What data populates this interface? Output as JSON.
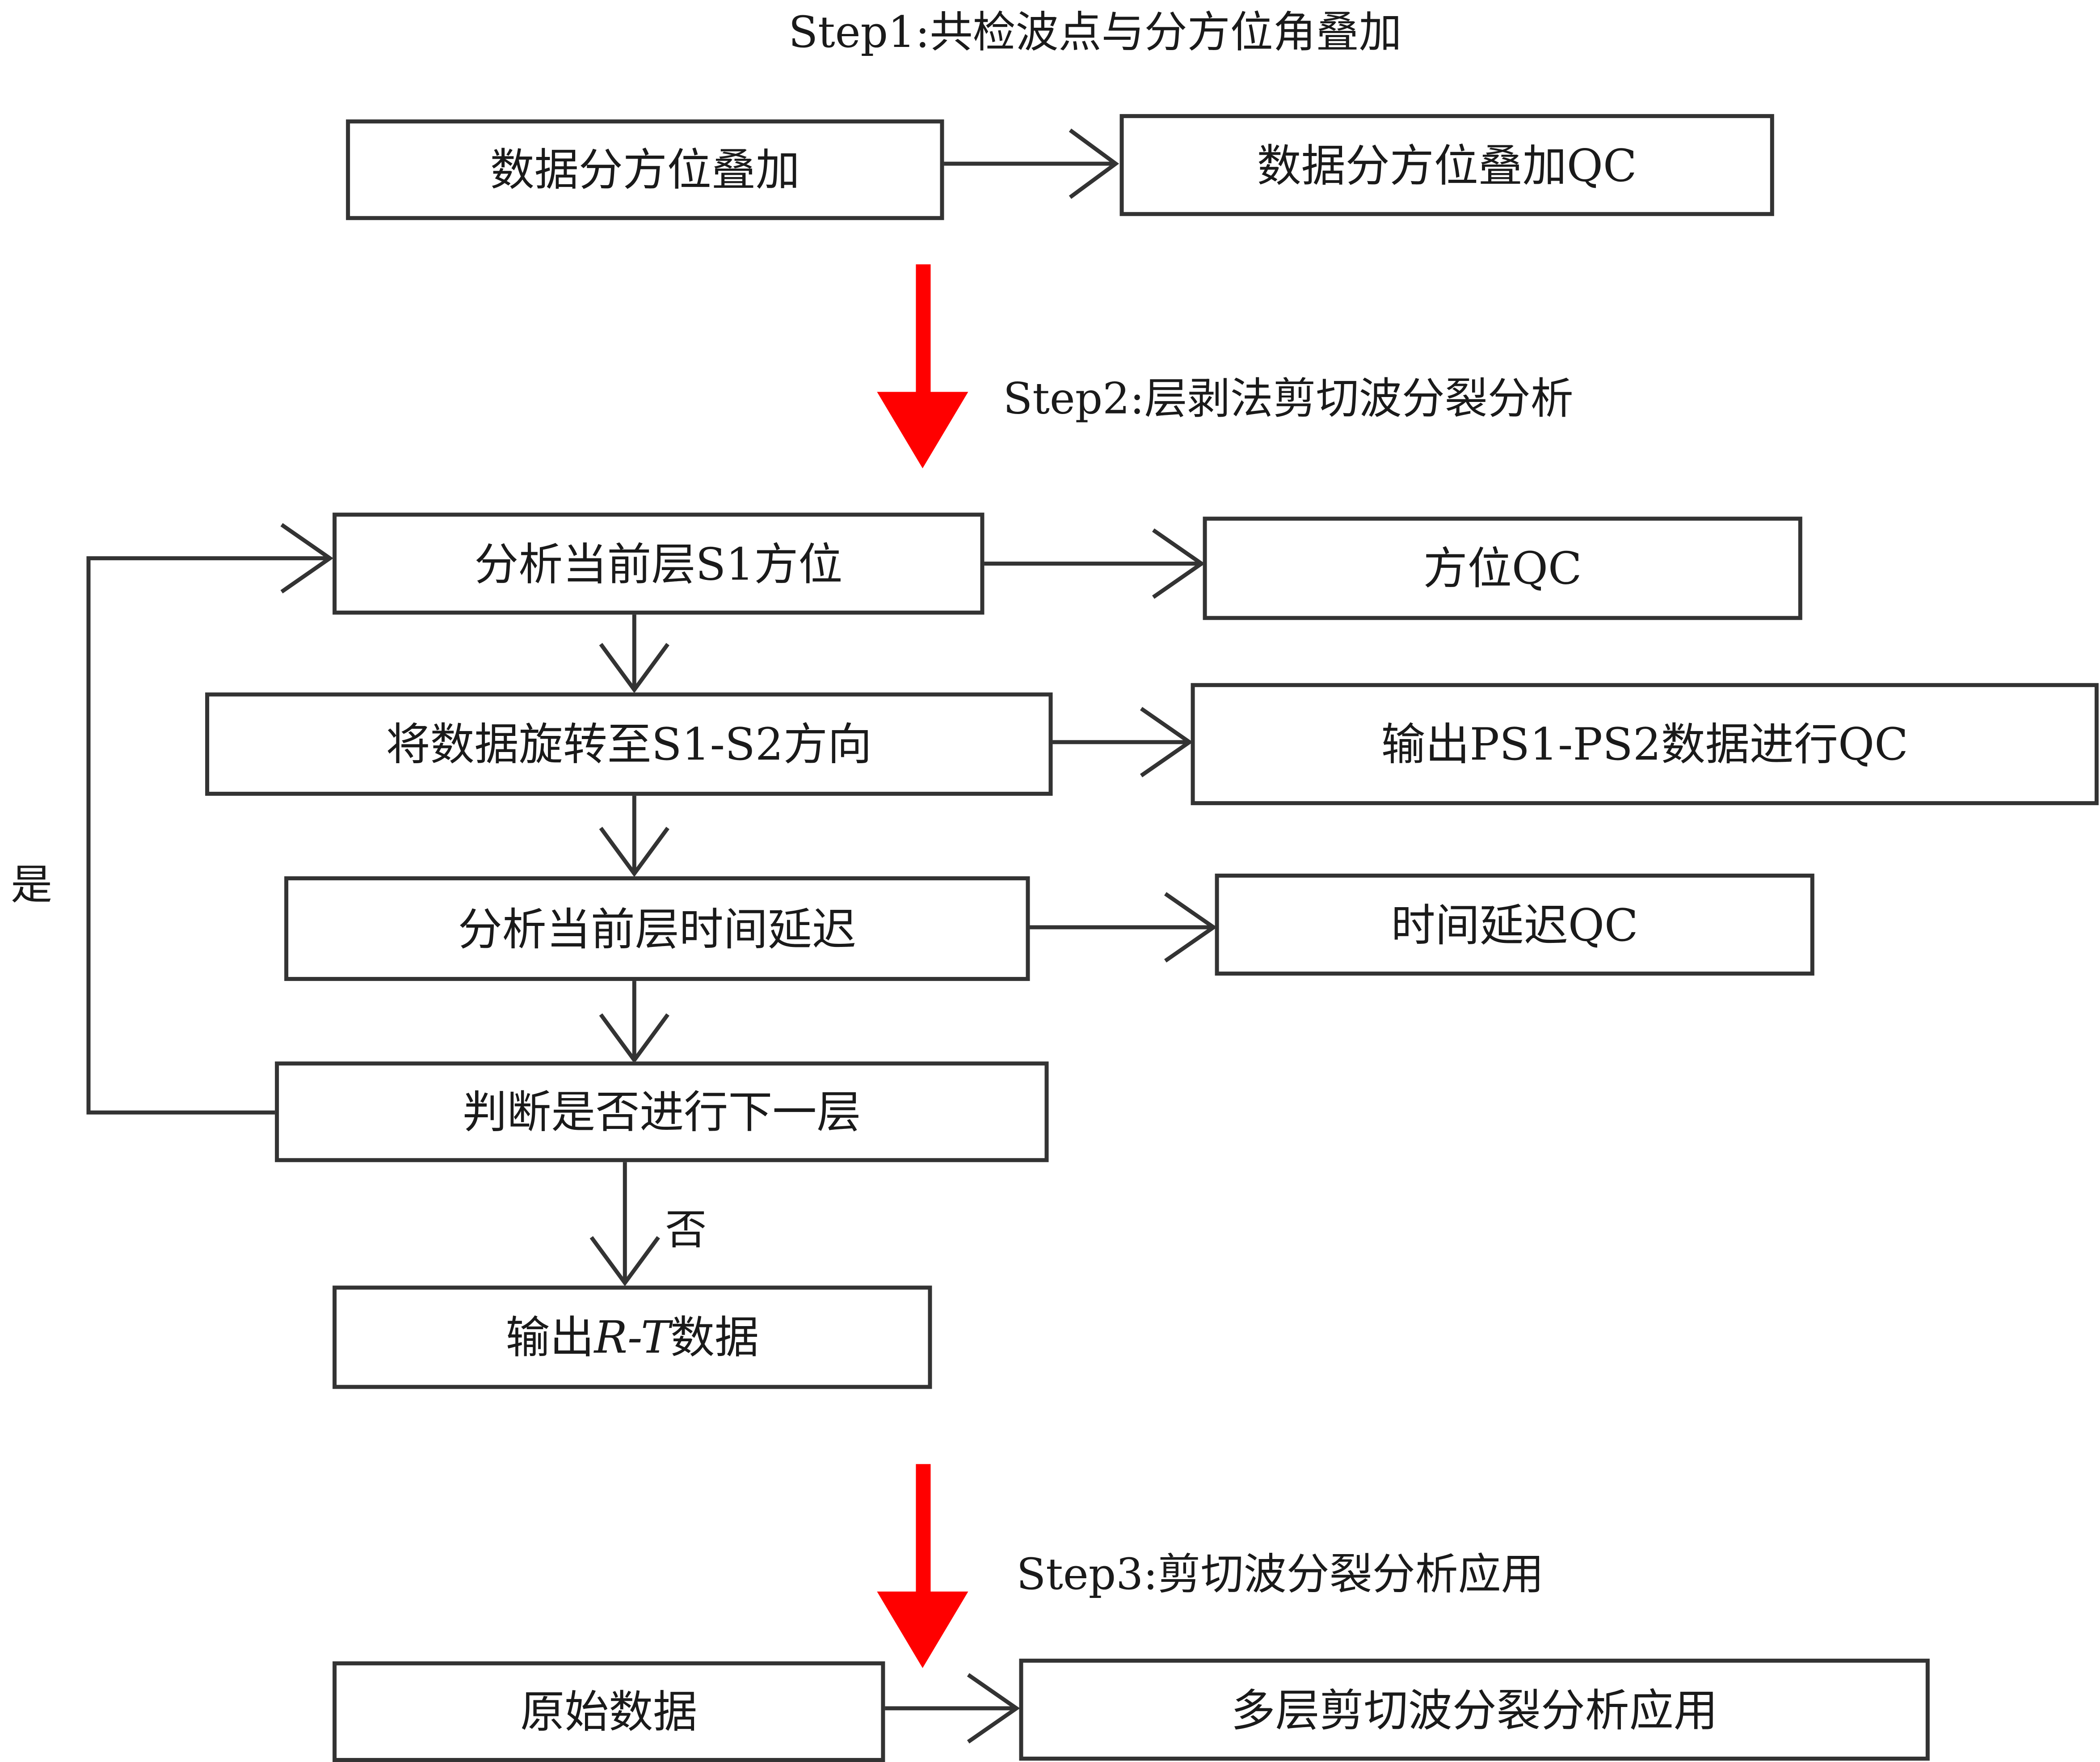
{
  "steps": {
    "step1": "Step1:共检波点与分方位角叠加",
    "step2": "Step2:层剥法剪切波分裂分析",
    "step3": "Step3:剪切波分裂分析应用"
  },
  "step1_boxes": {
    "azimuth_stack": "数据分方位叠加",
    "azimuth_stack_qc": "数据分方位叠加QC"
  },
  "step2_boxes": {
    "analyze_s1_azimuth": "分析当前层S1方位",
    "azimuth_qc": "方位QC",
    "rotate_data": "将数据旋转至S1-S2方向",
    "output_ps_qc": "输出PS1-PS2数据进行QC",
    "analyze_time_delay": "分析当前层时间延迟",
    "time_delay_qc": "时间延迟QC",
    "next_layer_decision": "判断是否进行下一层",
    "output_rt": {
      "pre": "输出",
      "italic": "R-T",
      "post": "数据"
    }
  },
  "decision_labels": {
    "yes": "是",
    "no": "否"
  },
  "step3_boxes": {
    "raw_data": "原始数据",
    "multilayer_application": "多层剪切波分裂分析应用"
  },
  "colors": {
    "stage_arrow": "#ff0000",
    "line": "#333333",
    "text": "#1a1a1a"
  }
}
